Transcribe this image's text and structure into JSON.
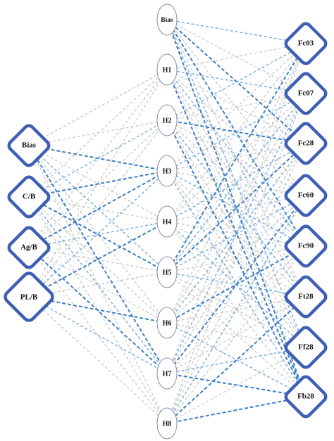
{
  "diagram": {
    "inputs": [
      {
        "id": "bias_in",
        "label": "Bias"
      },
      {
        "id": "cb",
        "label": "C/B"
      },
      {
        "id": "agb",
        "label": "Ag/B"
      },
      {
        "id": "plb",
        "label": "PL/B"
      }
    ],
    "hidden": [
      {
        "id": "bias_h",
        "label": "Bias"
      },
      {
        "id": "h1",
        "label": "H1"
      },
      {
        "id": "h2",
        "label": "H2"
      },
      {
        "id": "h3",
        "label": "H3"
      },
      {
        "id": "h4",
        "label": "H4"
      },
      {
        "id": "h5",
        "label": "H5"
      },
      {
        "id": "h6",
        "label": "H6"
      },
      {
        "id": "h7",
        "label": "H7"
      },
      {
        "id": "h8",
        "label": "H8"
      }
    ],
    "outputs": [
      {
        "id": "fc03",
        "label": "Fc03"
      },
      {
        "id": "fc07",
        "label": "Fc07"
      },
      {
        "id": "fc28",
        "label": "Fc28"
      },
      {
        "id": "fc60",
        "label": "Fc60"
      },
      {
        "id": "fc90",
        "label": "Fc90"
      },
      {
        "id": "ft28",
        "label": "Ft28"
      },
      {
        "id": "ff28",
        "label": "Ff28"
      },
      {
        "id": "fb28",
        "label": "Fb28"
      }
    ],
    "colors": {
      "node_border": "#3f5fb5",
      "strong_edge": "#3d7fc6",
      "medium_edge": "#7eb0de",
      "weak_edge": "#c9c9c9"
    },
    "edges_input_hidden": [
      [
        "bias_in",
        "h1",
        "weak"
      ],
      [
        "bias_in",
        "h2",
        "weak"
      ],
      [
        "bias_in",
        "h3",
        "strong"
      ],
      [
        "bias_in",
        "h4",
        "weak"
      ],
      [
        "bias_in",
        "h5",
        "medium"
      ],
      [
        "bias_in",
        "h6",
        "weak"
      ],
      [
        "bias_in",
        "h7",
        "strong"
      ],
      [
        "bias_in",
        "h8",
        "weak"
      ],
      [
        "cb",
        "h1",
        "weak"
      ],
      [
        "cb",
        "h2",
        "medium"
      ],
      [
        "cb",
        "h3",
        "strong"
      ],
      [
        "cb",
        "h4",
        "weak"
      ],
      [
        "cb",
        "h5",
        "strong"
      ],
      [
        "cb",
        "h6",
        "weak"
      ],
      [
        "cb",
        "h7",
        "medium"
      ],
      [
        "cb",
        "h8",
        "weak"
      ],
      [
        "agb",
        "h1",
        "weak"
      ],
      [
        "agb",
        "h2",
        "weak"
      ],
      [
        "agb",
        "h3",
        "strong"
      ],
      [
        "agb",
        "h4",
        "medium"
      ],
      [
        "agb",
        "h5",
        "weak"
      ],
      [
        "agb",
        "h6",
        "weak"
      ],
      [
        "agb",
        "h7",
        "strong"
      ],
      [
        "agb",
        "h8",
        "weak"
      ],
      [
        "plb",
        "h1",
        "weak"
      ],
      [
        "plb",
        "h2",
        "weak"
      ],
      [
        "plb",
        "h3",
        "medium"
      ],
      [
        "plb",
        "h4",
        "strong"
      ],
      [
        "plb",
        "h5",
        "weak"
      ],
      [
        "plb",
        "h6",
        "strong"
      ],
      [
        "plb",
        "h7",
        "medium"
      ],
      [
        "plb",
        "h8",
        "weak"
      ]
    ],
    "edges_hidden_output": [
      [
        "bias_h",
        "fc03",
        "medium"
      ],
      [
        "bias_h",
        "fc07",
        "weak"
      ],
      [
        "bias_h",
        "fc28",
        "strong"
      ],
      [
        "bias_h",
        "fc60",
        "weak"
      ],
      [
        "bias_h",
        "fc90",
        "strong"
      ],
      [
        "bias_h",
        "ft28",
        "weak"
      ],
      [
        "bias_h",
        "ff28",
        "medium"
      ],
      [
        "bias_h",
        "fb28",
        "strong"
      ],
      [
        "h1",
        "fc03",
        "weak"
      ],
      [
        "h1",
        "fc07",
        "medium"
      ],
      [
        "h1",
        "fc28",
        "weak"
      ],
      [
        "h1",
        "fc60",
        "weak"
      ],
      [
        "h1",
        "fc90",
        "medium"
      ],
      [
        "h1",
        "ft28",
        "weak"
      ],
      [
        "h1",
        "ff28",
        "weak"
      ],
      [
        "h1",
        "fb28",
        "strong"
      ],
      [
        "h2",
        "fc03",
        "medium"
      ],
      [
        "h2",
        "fc07",
        "weak"
      ],
      [
        "h2",
        "fc28",
        "strong"
      ],
      [
        "h2",
        "fc60",
        "weak"
      ],
      [
        "h2",
        "fc90",
        "weak"
      ],
      [
        "h2",
        "ft28",
        "medium"
      ],
      [
        "h2",
        "ff28",
        "weak"
      ],
      [
        "h2",
        "fb28",
        "strong"
      ],
      [
        "h3",
        "fc03",
        "weak"
      ],
      [
        "h3",
        "fc07",
        "medium"
      ],
      [
        "h3",
        "fc28",
        "weak"
      ],
      [
        "h3",
        "fc60",
        "weak"
      ],
      [
        "h3",
        "fc90",
        "medium"
      ],
      [
        "h3",
        "ft28",
        "weak"
      ],
      [
        "h3",
        "ff28",
        "weak"
      ],
      [
        "h3",
        "fb28",
        "medium"
      ],
      [
        "h4",
        "fc03",
        "weak"
      ],
      [
        "h4",
        "fc07",
        "weak"
      ],
      [
        "h4",
        "fc28",
        "medium"
      ],
      [
        "h4",
        "fc60",
        "weak"
      ],
      [
        "h4",
        "fc90",
        "weak"
      ],
      [
        "h4",
        "ft28",
        "weak"
      ],
      [
        "h4",
        "ff28",
        "medium"
      ],
      [
        "h4",
        "fb28",
        "weak"
      ],
      [
        "h5",
        "fc03",
        "strong"
      ],
      [
        "h5",
        "fc07",
        "medium"
      ],
      [
        "h5",
        "fc28",
        "strong"
      ],
      [
        "h5",
        "fc60",
        "medium"
      ],
      [
        "h5",
        "fc90",
        "weak"
      ],
      [
        "h5",
        "ft28",
        "medium"
      ],
      [
        "h5",
        "ff28",
        "weak"
      ],
      [
        "h5",
        "fb28",
        "weak"
      ],
      [
        "h6",
        "fc03",
        "weak"
      ],
      [
        "h6",
        "fc07",
        "weak"
      ],
      [
        "h6",
        "fc28",
        "medium"
      ],
      [
        "h6",
        "fc60",
        "weak"
      ],
      [
        "h6",
        "fc90",
        "strong"
      ],
      [
        "h6",
        "ft28",
        "weak"
      ],
      [
        "h6",
        "ff28",
        "weak"
      ],
      [
        "h6",
        "fb28",
        "medium"
      ],
      [
        "h7",
        "fc03",
        "weak"
      ],
      [
        "h7",
        "fc07",
        "medium"
      ],
      [
        "h7",
        "fc28",
        "weak"
      ],
      [
        "h7",
        "fc60",
        "strong"
      ],
      [
        "h7",
        "fc90",
        "weak"
      ],
      [
        "h7",
        "ft28",
        "weak"
      ],
      [
        "h7",
        "ff28",
        "medium"
      ],
      [
        "h7",
        "fb28",
        "strong"
      ],
      [
        "h8",
        "fc03",
        "weak"
      ],
      [
        "h8",
        "fc07",
        "weak"
      ],
      [
        "h8",
        "fc28",
        "weak"
      ],
      [
        "h8",
        "fc60",
        "medium"
      ],
      [
        "h8",
        "fc90",
        "weak"
      ],
      [
        "h8",
        "ft28",
        "strong"
      ],
      [
        "h8",
        "ff28",
        "weak"
      ],
      [
        "h8",
        "fb28",
        "strong"
      ]
    ]
  }
}
